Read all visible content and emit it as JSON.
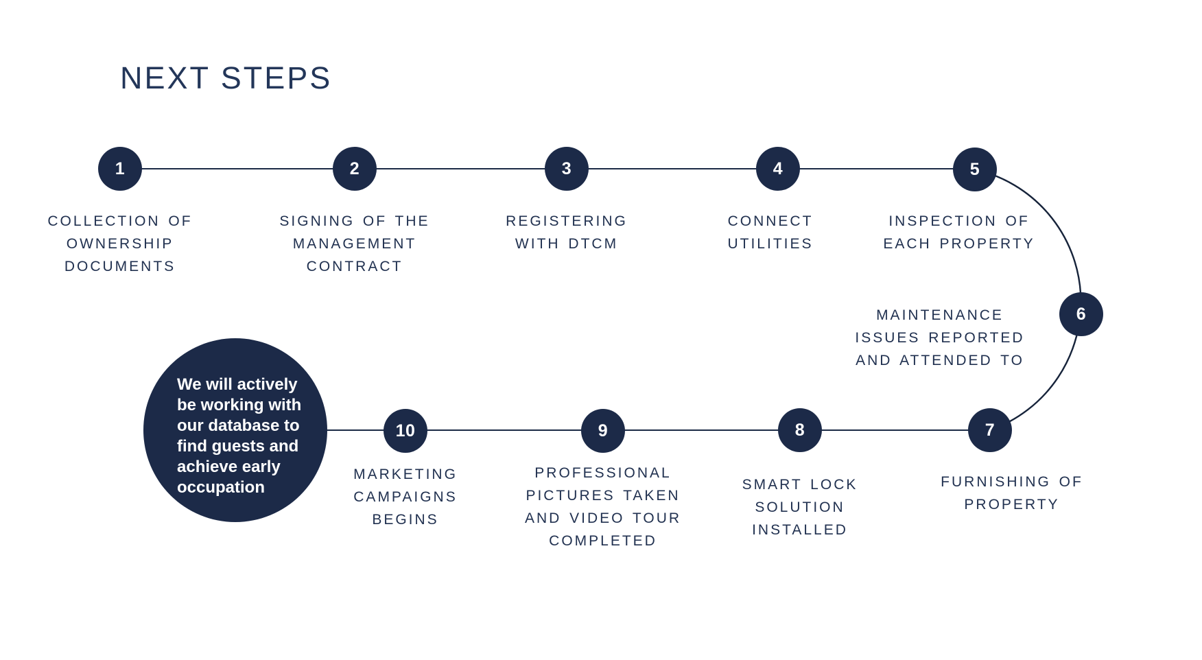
{
  "page": {
    "title": "NEXT STEPS"
  },
  "colors": {
    "navy": "#1c2a48",
    "label_text": "#213150",
    "line": "#1b2a45",
    "number_text": "#ffffff",
    "background": "#ffffff"
  },
  "steps": [
    {
      "number": "1",
      "label": "COLLECTION OF OWNERSHIP DOCUMENTS"
    },
    {
      "number": "2",
      "label": "SIGNING OF THE MANAGEMENT CONTRACT"
    },
    {
      "number": "3",
      "label": "REGISTERING WITH DTCM"
    },
    {
      "number": "4",
      "label": "CONNECT UTILITIES"
    },
    {
      "number": "5",
      "label": "INSPECTION OF EACH PROPERTY"
    },
    {
      "number": "6",
      "label": "MAINTENANCE ISSUES REPORTED AND ATTENDED TO"
    },
    {
      "number": "7",
      "label": "FURNISHING OF PROPERTY"
    },
    {
      "number": "8",
      "label": "SMART LOCK SOLUTION INSTALLED"
    },
    {
      "number": "9",
      "label": "PROFESSIONAL PICTURES TAKEN AND VIDEO TOUR COMPLETED"
    },
    {
      "number": "10",
      "label": "MARKETING CAMPAIGNS BEGINS"
    }
  ],
  "callout": {
    "text": "We will actively be working with our database to find guests and achieve early occupation"
  }
}
